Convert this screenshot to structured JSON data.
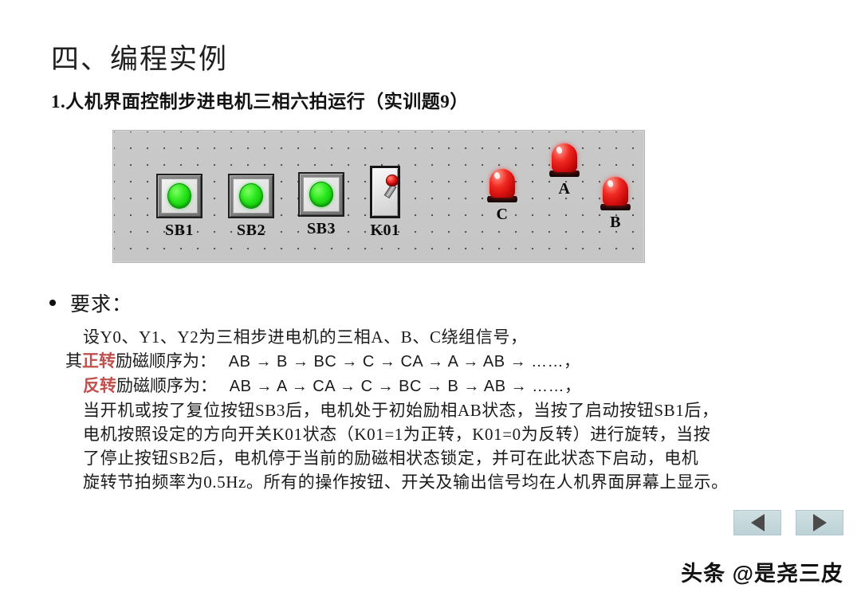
{
  "slide": {
    "section_title": "四、编程实例",
    "sub_title": "1.人机界面控制步进电机三相六拍运行（实训题9）"
  },
  "hmi": {
    "buttons": [
      {
        "label": "SB1",
        "color": "#27e61a",
        "state": "on"
      },
      {
        "label": "SB2",
        "color": "#27e61a",
        "state": "on"
      },
      {
        "label": "SB3",
        "color": "#27e61a",
        "state": "on"
      }
    ],
    "switch": {
      "label": "K01",
      "knob_color": "#ee1a17",
      "position": "up-right"
    },
    "leds": [
      {
        "label": "C",
        "color": "#f02a22"
      },
      {
        "label": "A",
        "color": "#f02a22"
      },
      {
        "label": "B",
        "color": "#f02a22"
      }
    ]
  },
  "requirements": {
    "bullet": "要求：",
    "line1": "设Y0、Y1、Y2为三相步进电机的三相A、B、C绕组信号，",
    "forward": {
      "prefix": "其",
      "highlight": "正转",
      "suffix": "励磁顺序为：",
      "sequence": "AB → B → BC → C → CA → A → AB → ……，"
    },
    "reverse": {
      "prefix": "",
      "highlight": "反转",
      "suffix": "励磁顺序为：",
      "sequence": "AB → A → CA → C → BC → B → AB → ……，"
    },
    "paragraph": [
      "当开机或按了复位按钮SB3后，电机处于初始励相AB状态，当按了启动按钮SB1后，",
      "电机按照设定的方向开关K01状态（K01=1为正转，K01=0为反转）进行旋转，当按",
      "了停止按钮SB2后，电机停于当前的励磁相状态锁定，并可在此状态下启动，电机",
      "旋转节拍频率为0.5Hz。所有的操作按钮、开关及输出信号均在人机界面屏幕上显示。"
    ]
  },
  "nav": {
    "prev_icon": "triangle-left-icon",
    "next_icon": "triangle-right-icon"
  },
  "watermark": "头条 @是尧三皮"
}
